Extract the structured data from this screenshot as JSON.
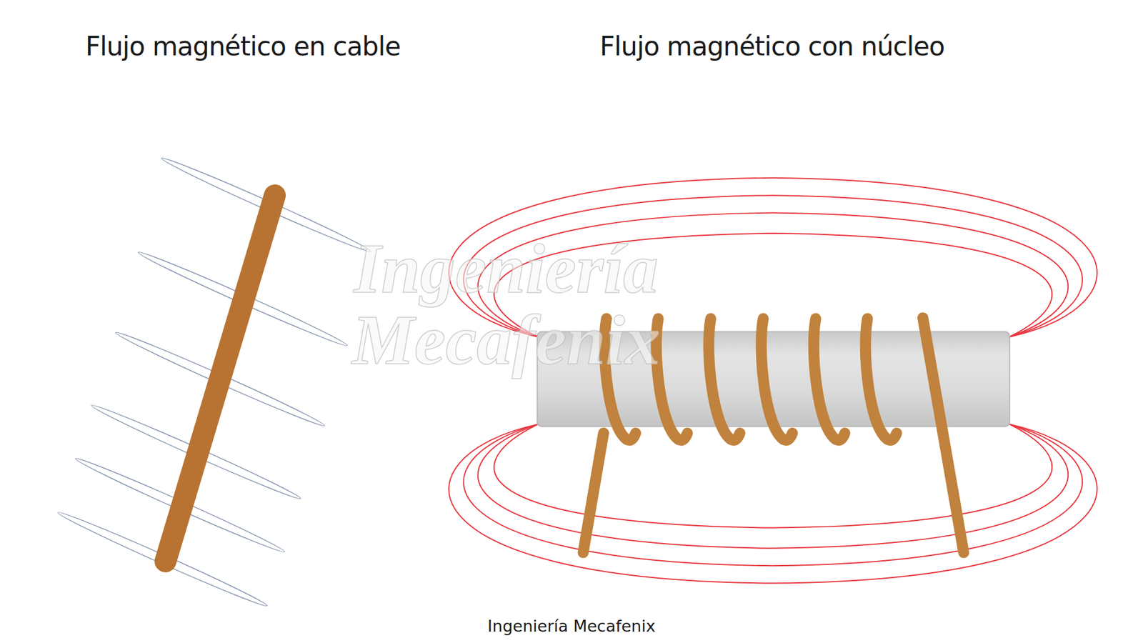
{
  "diagram": {
    "caption": "Ingeniería Mecafenix",
    "labels": [
      "Flujo magnético en cable",
      "Flujo magnético con núcleo",
      "Ingeniería Mecafenix"
    ]
  }
}
